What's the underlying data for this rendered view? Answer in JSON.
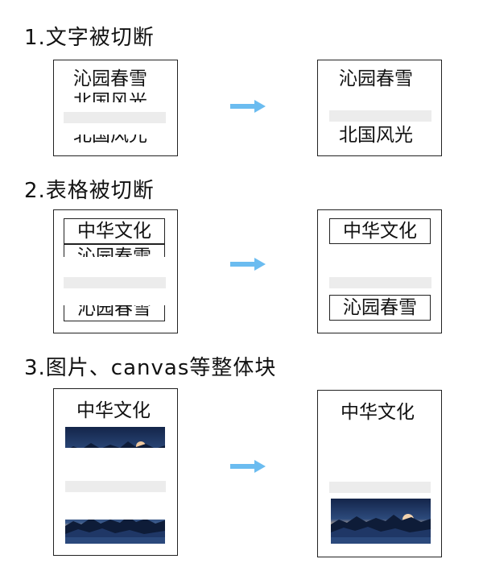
{
  "sections": [
    {
      "heading": "1.文字被切断",
      "line1": "沁园春雪",
      "line2": "北国风光"
    },
    {
      "heading": "2.表格被切断",
      "cell1": "中华文化",
      "cell2": "沁园春雪"
    },
    {
      "heading": "3.图片、canvas等整体块",
      "title": "中华文化"
    }
  ],
  "colors": {
    "arrow": "#6bbcf0",
    "gap": "#ececec",
    "sky": "#1a2f5a",
    "glow": "#f0c9a0"
  }
}
